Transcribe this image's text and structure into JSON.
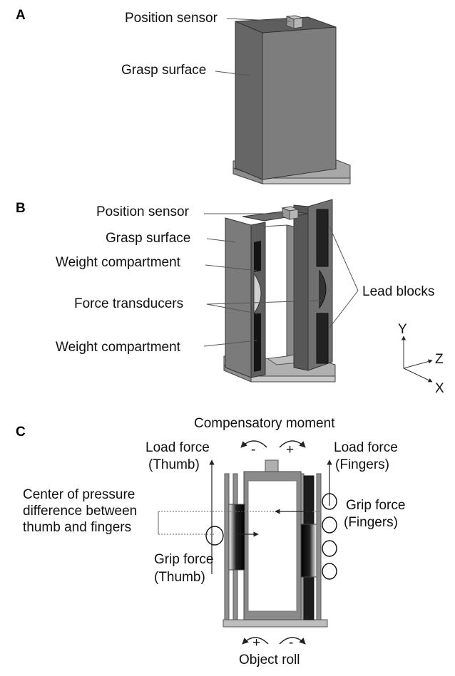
{
  "panels": {
    "A": {
      "letter": "A",
      "labels": {
        "position_sensor": "Position sensor",
        "grasp_surface": "Grasp surface"
      }
    },
    "B": {
      "letter": "B",
      "labels": {
        "position_sensor": "Position sensor",
        "grasp_surface": "Grasp surface",
        "weight_compartment_top": "Weight compartment",
        "force_transducers": "Force transducers",
        "weight_compartment_bottom": "Weight compartment",
        "lead_blocks": "Lead blocks"
      },
      "axes": {
        "y": "Y",
        "z": "Z",
        "x": "X"
      }
    },
    "C": {
      "letter": "C",
      "labels": {
        "compensatory_moment": "Compensatory moment",
        "moment_minus": "-",
        "moment_plus": "+",
        "load_force_thumb_1": "Load force",
        "load_force_thumb_2": "(Thumb)",
        "load_force_fingers_1": "Load force",
        "load_force_fingers_2": "(Fingers)",
        "cop_1": "Center of pressure",
        "cop_2": "difference between",
        "cop_3": "thumb and fingers",
        "grip_force_fingers_1": "Grip force",
        "grip_force_fingers_2": "(Fingers)",
        "grip_force_thumb_1": "Grip force",
        "grip_force_thumb_2": "(Thumb)",
        "roll_plus": "+",
        "roll_minus": "-",
        "object_roll": "Object roll"
      }
    }
  }
}
